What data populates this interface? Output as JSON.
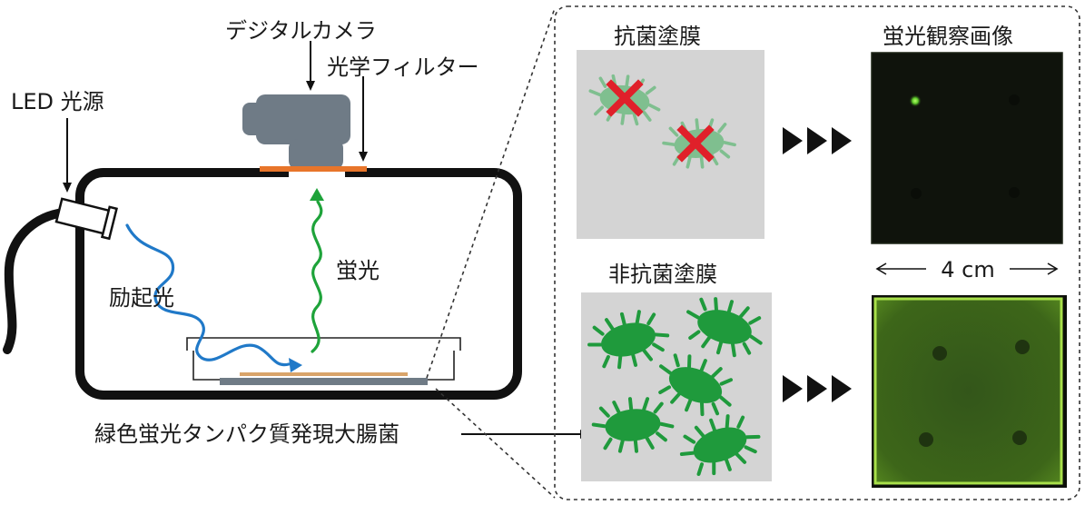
{
  "labels": {
    "digital_camera": "デジタルカメラ",
    "optical_filter": "光学フィルター",
    "led_source": "LED 光源",
    "excitation_light": "励起光",
    "fluorescence": "蛍光",
    "gfp_ecoli": "緑色蛍光タンパク質発現大腸菌",
    "antibacterial_coating": "抗菌塗膜",
    "non_antibacterial_coating": "非抗菌塗膜",
    "fluorescence_image": "蛍光観察画像",
    "scale": "4 cm"
  },
  "colors": {
    "camera": "#6f7b86",
    "filter": "#e8752a",
    "excitation": "#2079c8",
    "fluorescence": "#1ea33a",
    "bacteria": "#1f9a3c",
    "bacteria_dead": "#7fbf8f",
    "cross": "#e0202a",
    "panel_bg": "#d4d4d4",
    "dark_image": "#0f130c",
    "bright_image": "#3f6a16"
  }
}
